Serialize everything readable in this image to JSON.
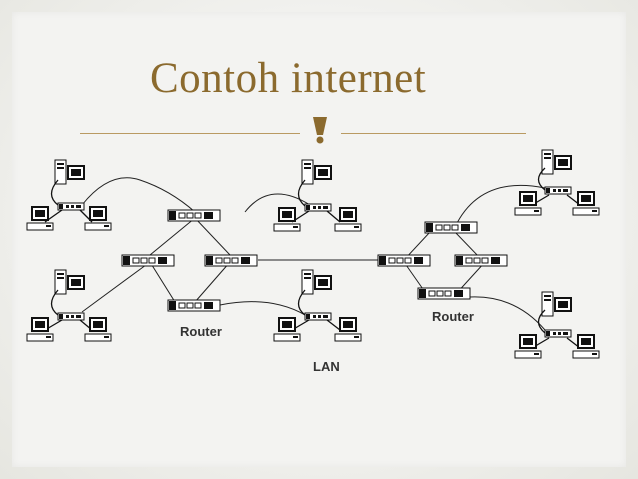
{
  "slide": {
    "title": "Contoh internet",
    "labels": {
      "router_left": "Router",
      "router_right": "Router",
      "lan": "LAN"
    }
  },
  "colors": {
    "title": "#8b6a2e",
    "rule": "#b99a62",
    "line": "#222222"
  }
}
